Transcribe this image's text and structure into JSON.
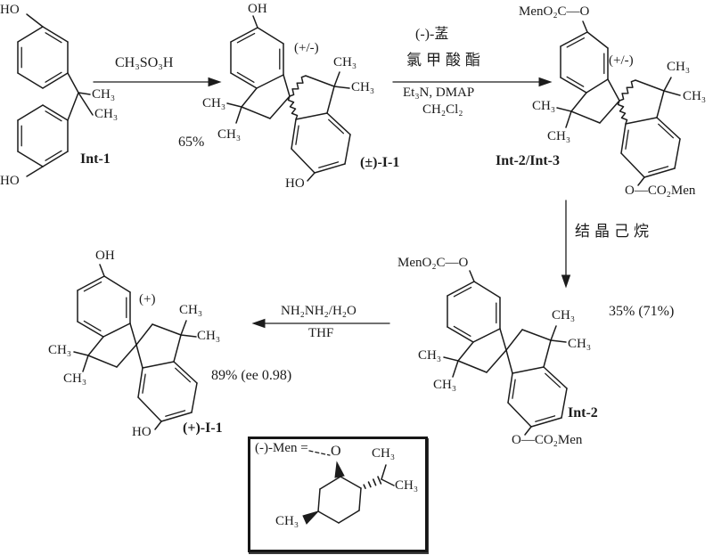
{
  "labels": {
    "ho": "HO",
    "oh": "OH",
    "ch3": "CH₃",
    "o": "O"
  },
  "compounds": {
    "int1": {
      "name": "Int-1"
    },
    "rac_diol": {
      "name": "(±)-I-1",
      "stereo": "(+/-)"
    },
    "int2_int3": {
      "name": "Int-2/Int-3",
      "stereo": "(+/-)",
      "top_group": "MenO₂C—O",
      "bottom_group": "O—CO₂Men"
    },
    "int2": {
      "name": "Int-2",
      "top_group": "MenO₂C—O",
      "bottom_group": "O—CO₂Men"
    },
    "plus_diol": {
      "name": "(+)-I-1",
      "stereo": "(+)"
    }
  },
  "steps": {
    "step1": {
      "reagent": "CH₃SO₃H",
      "yield": "65%"
    },
    "step2": {
      "reagent_line1": "(-)-䓝",
      "reagent_line2": "氯甲酸酯",
      "base": "Et₃N, DMAP",
      "solvent": "CH₂Cl₂"
    },
    "step3": {
      "condition": "结晶己烷",
      "yield": "35% (71%)"
    },
    "step4": {
      "reagent": "NH₂NH₂/H₂O",
      "solvent": "THF",
      "yield": "89% (ee 0.98)"
    }
  },
  "legend": {
    "definition": "(-)-Men ="
  }
}
